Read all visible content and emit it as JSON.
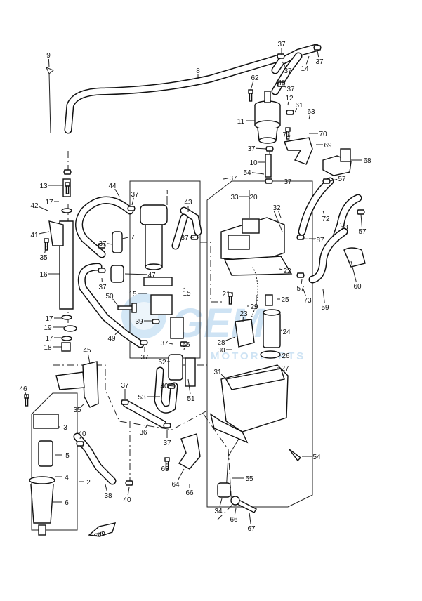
{
  "diagram": {
    "watermark": {
      "brand": "GEM",
      "sub": "MOTORPARTS"
    },
    "fwd_label": "FWD",
    "callouts": [
      {
        "text": "9"
      },
      {
        "text": "8"
      },
      {
        "text": "37"
      },
      {
        "text": "37"
      },
      {
        "text": "14"
      },
      {
        "text": "37"
      },
      {
        "text": "62"
      },
      {
        "text": "48"
      },
      {
        "text": "37"
      },
      {
        "text": "12"
      },
      {
        "text": "61"
      },
      {
        "text": "63"
      },
      {
        "text": "11"
      },
      {
        "text": "71"
      },
      {
        "text": "70"
      },
      {
        "text": "69"
      },
      {
        "text": "37"
      },
      {
        "text": "68"
      },
      {
        "text": "10"
      },
      {
        "text": "37"
      },
      {
        "text": "54"
      },
      {
        "text": "37"
      },
      {
        "text": "20"
      },
      {
        "text": "57"
      },
      {
        "text": "13"
      },
      {
        "text": "44"
      },
      {
        "text": "37"
      },
      {
        "text": "1"
      },
      {
        "text": "43"
      },
      {
        "text": "33"
      },
      {
        "text": "32"
      },
      {
        "text": "72"
      },
      {
        "text": "42"
      },
      {
        "text": "17"
      },
      {
        "text": "58"
      },
      {
        "text": "57"
      },
      {
        "text": "41"
      },
      {
        "text": "7"
      },
      {
        "text": "37"
      },
      {
        "text": "57"
      },
      {
        "text": "35"
      },
      {
        "text": "37"
      },
      {
        "text": "22"
      },
      {
        "text": "16"
      },
      {
        "text": "47"
      },
      {
        "text": "37"
      },
      {
        "text": "15"
      },
      {
        "text": "15"
      },
      {
        "text": "21"
      },
      {
        "text": "60"
      },
      {
        "text": "57"
      },
      {
        "text": "73"
      },
      {
        "text": "50"
      },
      {
        "text": "29"
      },
      {
        "text": "25"
      },
      {
        "text": "59"
      },
      {
        "text": "17"
      },
      {
        "text": "39"
      },
      {
        "text": "23"
      },
      {
        "text": "19"
      },
      {
        "text": "49"
      },
      {
        "text": "24"
      },
      {
        "text": "17"
      },
      {
        "text": "28"
      },
      {
        "text": "18"
      },
      {
        "text": "37"
      },
      {
        "text": "56"
      },
      {
        "text": "30"
      },
      {
        "text": "37"
      },
      {
        "text": "26"
      },
      {
        "text": "45"
      },
      {
        "text": "52"
      },
      {
        "text": "27"
      },
      {
        "text": "31"
      },
      {
        "text": "46"
      },
      {
        "text": "40"
      },
      {
        "text": "37"
      },
      {
        "text": "35"
      },
      {
        "text": "53"
      },
      {
        "text": "51"
      },
      {
        "text": "3"
      },
      {
        "text": "36"
      },
      {
        "text": "40"
      },
      {
        "text": "37"
      },
      {
        "text": "5"
      },
      {
        "text": "54"
      },
      {
        "text": "65"
      },
      {
        "text": "4"
      },
      {
        "text": "2"
      },
      {
        "text": "55"
      },
      {
        "text": "64"
      },
      {
        "text": "6"
      },
      {
        "text": "38"
      },
      {
        "text": "40"
      },
      {
        "text": "66"
      },
      {
        "text": "34"
      },
      {
        "text": "66"
      },
      {
        "text": "67"
      }
    ]
  }
}
